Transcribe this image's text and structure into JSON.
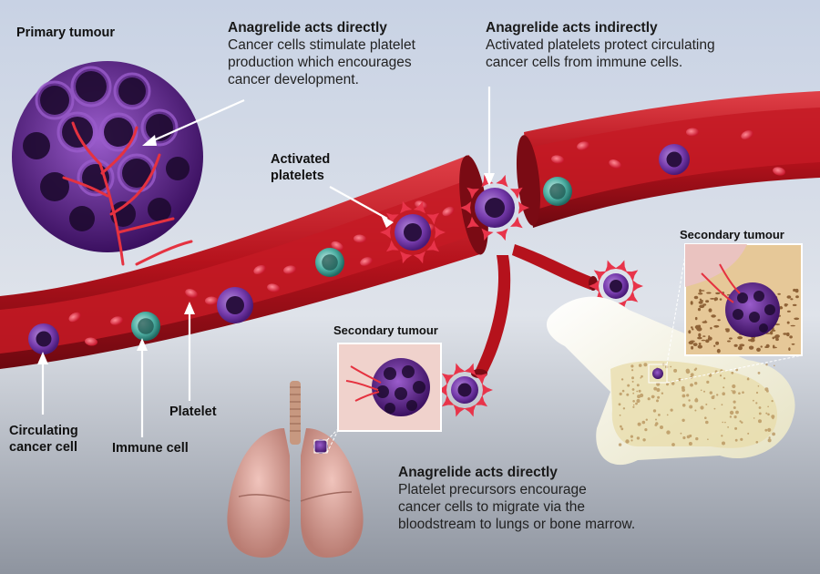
{
  "callouts": {
    "direct_top": {
      "heading": "Anagrelide acts directly",
      "body": [
        "Cancer cells stimulate platelet",
        "production which encourages",
        "cancer development."
      ]
    },
    "indirect": {
      "heading": "Anagrelide acts indirectly",
      "body": [
        "Activated platelets protect circulating",
        "cancer cells from immune cells."
      ]
    },
    "direct_bottom": {
      "heading": "Anagrelide acts directly",
      "body": [
        "Platelet precursors encourage",
        "cancer cells to migrate via the",
        "bloodstream to lungs or bone marrow."
      ]
    }
  },
  "labels": {
    "primary_tumour": "Primary tumour",
    "activated_platelets": [
      "Activated",
      "platelets"
    ],
    "circulating_cancer_cell": [
      "Circulating",
      "cancer cell"
    ],
    "immune_cell": "Immune cell",
    "platelet": "Platelet",
    "secondary_tumour_lung": "Secondary tumour",
    "secondary_tumour_bone": "Secondary tumour"
  },
  "colors": {
    "vessel_wall": "#b3111d",
    "vessel_lumen": "#c81e26",
    "vessel_dark": "#7d0a12",
    "platelet": "#e8344a",
    "cancer_cell": "#7a3fb0",
    "cancer_core": "#2a1040",
    "immune_cell": "#3d9e93",
    "tumour": "#6a2d99",
    "lung": "#d9a8a0",
    "bone": "#f1efd8",
    "background_top": "#c9d3e4",
    "background_bottom": "#8f96a2"
  }
}
